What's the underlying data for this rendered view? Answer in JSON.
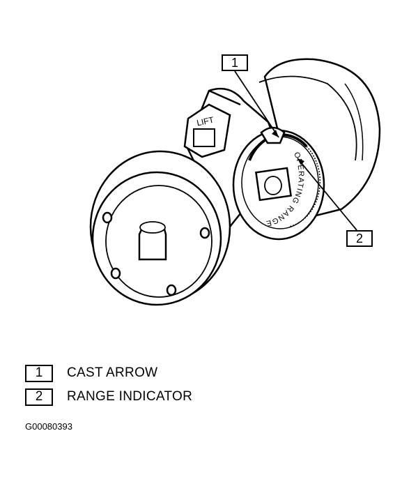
{
  "callouts": [
    {
      "number": "1"
    },
    {
      "number": "2"
    }
  ],
  "part_labels": {
    "lift": "LIFT",
    "operating_range": "OPERATING RANGE"
  },
  "legend": [
    {
      "number": "1",
      "text": "CAST ARROW"
    },
    {
      "number": "2",
      "text": "RANGE INDICATOR"
    }
  ],
  "figure_id": "G00080393"
}
